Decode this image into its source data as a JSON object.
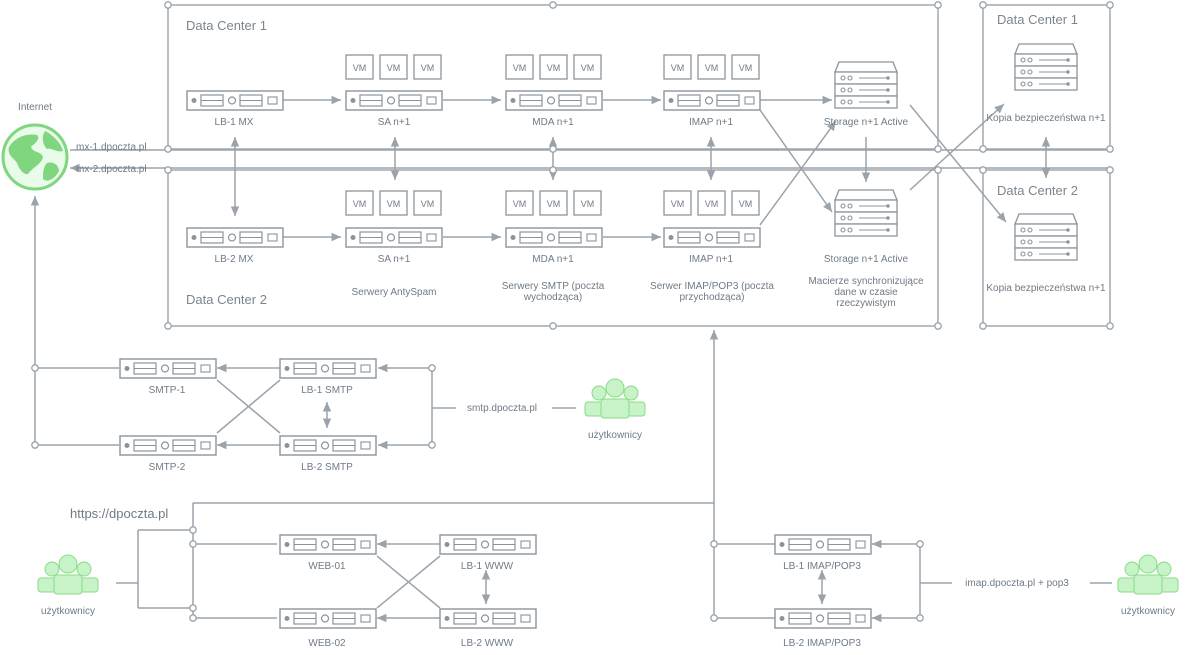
{
  "dc_box_labels": {
    "dc1_main": "Data Center 1",
    "dc2_main": "Data Center 2",
    "dc1_backup": "Data Center 1",
    "dc2_backup": "Data Center 2"
  },
  "internet": {
    "label": "Internet",
    "mx1": "mx-1.dpoczta.pl",
    "mx2": "mx-2.dpoczta.pl"
  },
  "dc1_row": {
    "lb": "LB-1 MX",
    "sa": "SA n+1",
    "mda": "MDA n+1",
    "imap": "IMAP n+1",
    "storage": "Storage n+1 Active"
  },
  "dc2_row": {
    "lb": "LB-2 MX",
    "sa": "SA n+1",
    "mda": "MDA n+1",
    "imap": "IMAP n+1",
    "storage": "Storage n+1 Active"
  },
  "vm_label": "VM",
  "captions": {
    "antispam": "Serwery AntySpam",
    "smtp_servers": "Serwery SMTP (poczta wychodząca)",
    "imap_servers": "Serwer IMAP/POP3 (poczta przychodząca)",
    "sync": "Macierze synchronizujące dane w czasie rzeczywistym"
  },
  "backup": {
    "copy1": "Kopia bezpieczeństwa n+1",
    "copy2": "Kopia bezpieczeństwa n+1"
  },
  "smtp": {
    "smtp1": "SMTP-1",
    "smtp2": "SMTP-2",
    "lb1": "LB-1 SMTP",
    "lb2": "LB-2 SMTP",
    "host": "smtp.dpoczta.pl",
    "users": "użytkownicy"
  },
  "www": {
    "url": "https://dpoczta.pl",
    "web1": "WEB-01",
    "web2": "WEB-02",
    "lb1": "LB-1 WWW",
    "lb2": "LB-2 WWW",
    "users": "użytkownicy"
  },
  "imap": {
    "lb1": "LB-1 IMAP/POP3",
    "lb2": "LB-2 IMAP/POP3",
    "host": "imap.dpoczta.pl + pop3",
    "users": "użytkownicy"
  },
  "colors": {
    "line": "#9aa3ab",
    "stroke": "#8b949c",
    "green_fill": "#c8f2c8",
    "green_stroke": "#7fd67f",
    "globe_land": "#7fd67f"
  }
}
